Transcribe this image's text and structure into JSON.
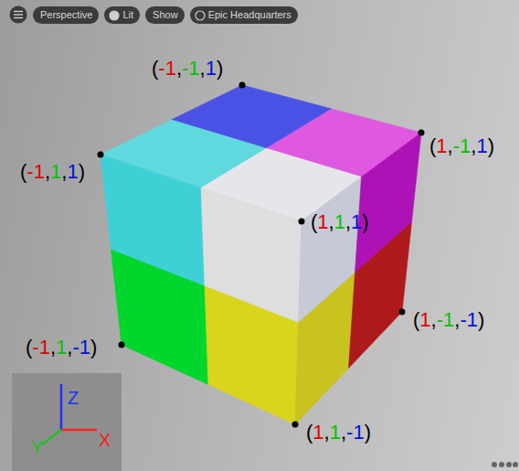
{
  "diagram": {
    "nodes": [
      {
        "text": [
          "Perspective"
        ]
      },
      {
        "text": [
          "Lit"
        ]
      },
      {
        "text": [
          "Show"
        ]
      },
      {
        "text": [
          "Epic Headquarters"
        ]
      }
    ],
    "labels": [
      "(-1,-1,1)",
      "(-1,1,1)",
      "(1,-1,1)",
      "(1,1,1)",
      "(1,-1,-1)",
      "(-1,1,-1)",
      "(1,1,-1)",
      "Z",
      "X",
      "Y"
    ]
  }
}
